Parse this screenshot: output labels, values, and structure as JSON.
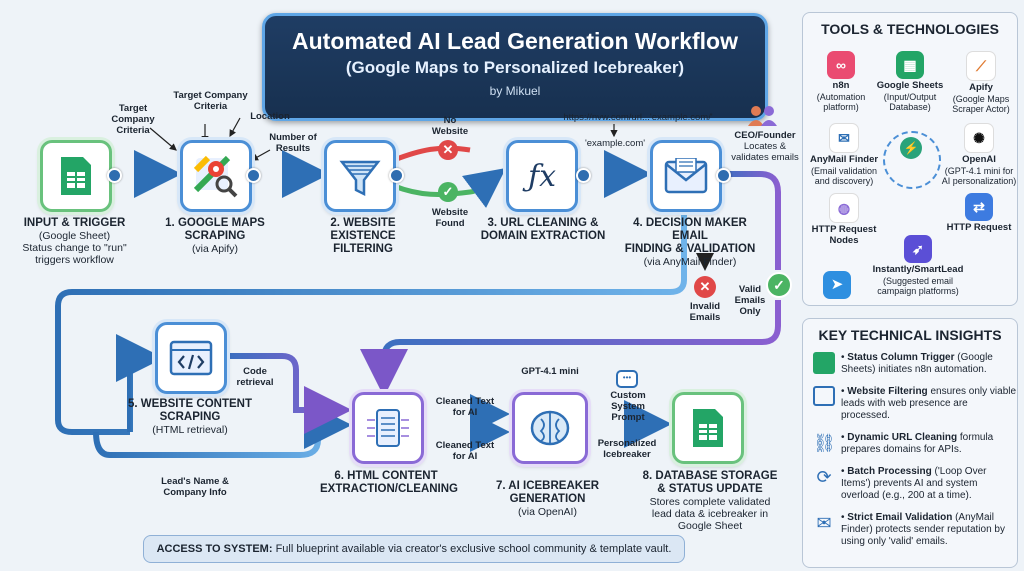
{
  "header": {
    "title": "Automated AI Lead Generation Workflow",
    "subtitle": "(Google Maps to Personalized Icebreaker)",
    "author": "by Mikuel"
  },
  "steps": {
    "input": {
      "title": "INPUT & TRIGGER",
      "sub": "(Google Sheet)",
      "note1": "Status change to \"run\"",
      "note2": "triggers workflow"
    },
    "s1": {
      "title1": "1. GOOGLE MAPS",
      "title2": "SCRAPING",
      "sub": "(via Apify)"
    },
    "s2": {
      "title1": "2. WEBSITE EXISTENCE",
      "title2": "FILTERING"
    },
    "s3": {
      "title1": "3. URL CLEANING &",
      "title2": "DOMAIN EXTRACTION"
    },
    "s4": {
      "title1": "4. DECISION MAKER EMAIL",
      "title2": "FINDING & VALIDATION",
      "sub": "(via AnyMail Finder)"
    },
    "s5": {
      "title1": "5. WEBSITE CONTENT",
      "title2": "SCRAPING",
      "sub": "(HTML retrieval)"
    },
    "s6": {
      "title1": "6. HTML CONTENT",
      "title2": "EXTRACTION/CLEANING"
    },
    "s7": {
      "title1": "7. AI ICEBREAKER",
      "title2": "GENERATION",
      "sub": "(via OpenAI)"
    },
    "s8": {
      "title1": "8. DATABASE STORAGE",
      "title2": "& STATUS UPDATE",
      "note1": "Stores complete validated",
      "note2": "lead data & icebreaker in",
      "note3": "Google Sheet"
    }
  },
  "annotations": {
    "target_criteria_a1": "Target",
    "target_criteria_a2": "Company",
    "target_criteria_a3": "Criteria",
    "target_criteria_b1": "Target Company",
    "target_criteria_b2": "Criteria",
    "location": "Location",
    "results1": "Number of",
    "results2": "Results",
    "no_website1": "No",
    "no_website2": "Website",
    "website_found1": "Website",
    "website_found2": "Found",
    "url_sample": "https://nvw.com/url...'example.com/'",
    "url_clean": "'example.com'",
    "ceo1": "CEO/Founder",
    "ceo2": "Locates &",
    "ceo3": "validates emails",
    "valid1": "Valid",
    "valid2": "Emails",
    "valid3": "Only",
    "invalid1": "Invalid",
    "invalid2": "Emails",
    "code1": "Code",
    "code2": "retrieval",
    "lead1": "Lead's Name &",
    "lead2": "Company Info",
    "clean_text_a1": "Cleaned Text",
    "clean_text_a2": "for AI",
    "clean_text_b1": "Cleaned Text",
    "clean_text_b2": "for AI",
    "model": "GPT-4.1 mini",
    "custom1": "Custom",
    "custom2": "System",
    "custom3": "Prompt",
    "personal1": "Personalized",
    "personal2": "Icebreaker"
  },
  "tools": {
    "heading": "TOOLS & TECHNOLOGIES",
    "items": [
      {
        "name": "n8n",
        "desc1": "(Automation",
        "desc2": "platform)"
      },
      {
        "name": "Google Sheets",
        "desc1": "(Input/Output",
        "desc2": "Database)"
      },
      {
        "name": "Apify",
        "desc1": "(Google Maps",
        "desc2": "Scraper Actor)"
      },
      {
        "name": "AnyMail Finder",
        "desc1": "(Email validation",
        "desc2": "and discovery)"
      },
      {
        "name": "OpenAI",
        "desc1": "(GPT-4.1 mini for",
        "desc2": "AI personalization)"
      },
      {
        "name": "HTTP Request",
        "desc1": "Nodes",
        "desc2": ""
      },
      {
        "name": "HTTP Request",
        "desc1": "",
        "desc2": ""
      },
      {
        "name": "Instantly/SmartLead",
        "desc1": "(Suggested email",
        "desc2": "campaign platforms)"
      }
    ]
  },
  "insights": {
    "heading": "KEY TECHNICAL INSIGHTS",
    "items": [
      {
        "bold": "Status Column Trigger",
        "rest": " (Google Sheets) initiates n8n automation."
      },
      {
        "bold": "Website Filtering",
        "rest": " ensures only viable leads with web presence are processed."
      },
      {
        "bold": "Dynamic URL Cleaning",
        "rest": " formula prepares domains for APIs."
      },
      {
        "bold": "Batch Processing",
        "rest": " ('Loop Over Items') prevents AI and system overload (e.g., 200 at a time)."
      },
      {
        "bold": "Strict Email Validation",
        "rest": " (AnyMail Finder) protects sender reputation by using only 'valid' emails."
      }
    ]
  },
  "access": {
    "label": "ACCESS TO SYSTEM:",
    "text": " Full blueprint available via creator's exclusive school community & template vault."
  },
  "colors": {
    "green": "#69c27d",
    "blue": "#4b8fd6",
    "purple": "#8a6ad6",
    "navy": "#1f3d64",
    "red": "#e04848"
  }
}
